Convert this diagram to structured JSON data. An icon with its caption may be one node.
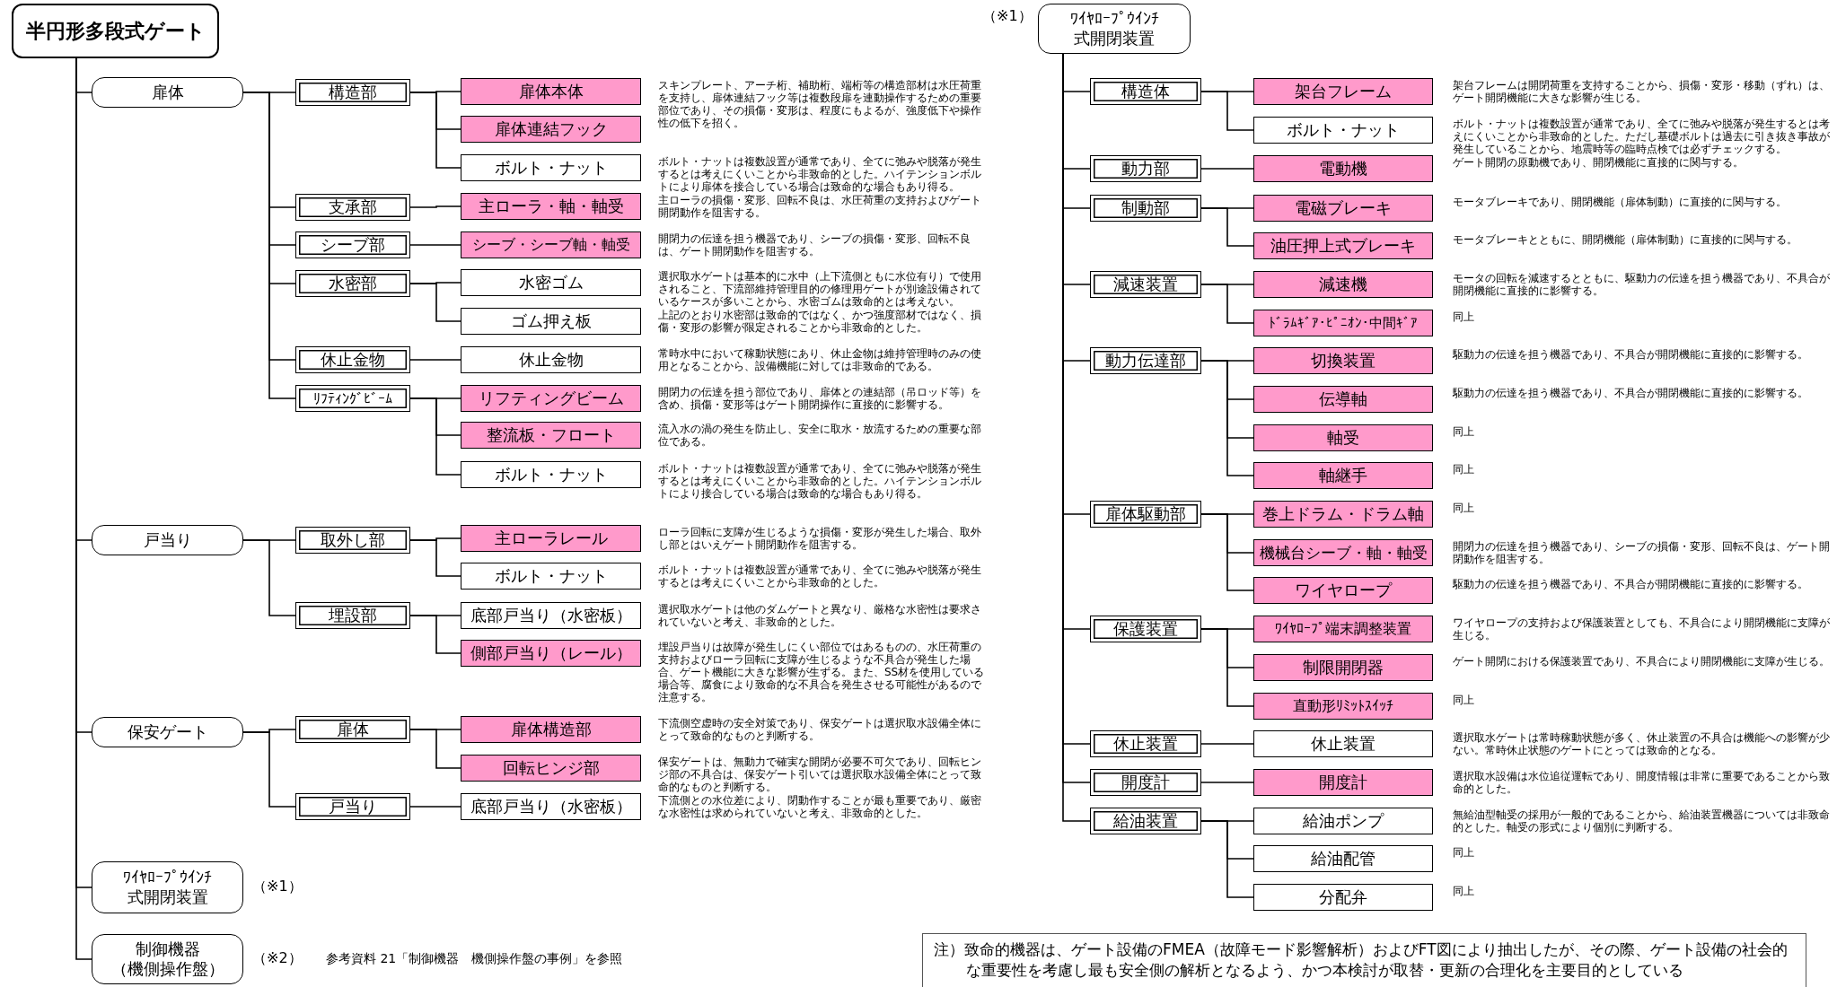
{
  "diagram": {
    "nodes": [
      {
        "text": [
          "半円形多段式ゲート"
        ]
      },
      {
        "text": [
          "扉体"
        ]
      },
      {
        "text": [
          "構造部"
        ]
      },
      {
        "text": [
          "扉体本体"
        ],
        "beside": [
          "スキンプレート、アーチ桁、補助桁、端桁等の構造部材は水圧荷重を支持し、扉体連結フック等は複数段扉を連動操作するための重要部位であり、その損傷・変形は、程度にもよるが、強度低下や操作性の低下を招く。"
        ]
      },
      {
        "text": [
          "扉体連結フック"
        ]
      },
      {
        "text": [
          "ボルト・ナット"
        ],
        "beside": [
          "ボルト・ナットは複数設置が通常であり、全てに弛みや脱落が発生するとは考えにくいことから非致命的とした。ハイテンションボルトにより扉体を接合している場合は致命的な場合もあり得る。"
        ]
      },
      {
        "text": [
          "支承部"
        ]
      },
      {
        "text": [
          "主ローラ・軸・軸受"
        ],
        "beside": [
          "主ローラの損傷・変形、回転不良は、水圧荷重の支持およびゲート開閉動作を阻害する。"
        ]
      },
      {
        "text": [
          "シーブ部"
        ]
      },
      {
        "text": [
          "シーブ・シーブ軸・軸受"
        ],
        "beside": [
          "開閉力の伝達を担う機器であり、シーブの損傷・変形、回転不良は、ゲート開閉動作を阻害する。"
        ]
      },
      {
        "text": [
          "水密部"
        ]
      },
      {
        "text": [
          "水密ゴム"
        ],
        "beside": [
          "選択取水ゲートは基本的に水中（上下流側ともに水位有り）で使用されること、下流部維持管理目的の修理用ゲートが別途設備されているケースが多いことから、水密ゴムは致命的とは考えない。"
        ]
      },
      {
        "text": [
          "ゴム押え板"
        ],
        "beside": [
          "上記のとおり水密部は致命的ではなく、かつ強度部材ではなく、損傷・変形の影響が限定されることから非致命的とした。"
        ]
      },
      {
        "text": [
          "休止金物"
        ]
      },
      {
        "text": [
          "休止金物"
        ],
        "beside": [
          "常時水中において稼動状態にあり、休止金物は維持管理時のみの使用となることから、設備機能に対しては非致命的である。"
        ]
      },
      {
        "text": [
          "ﾘﾌﾃｨﾝｸﾞﾋﾞｰﾑ"
        ]
      },
      {
        "text": [
          "リフティングビーム"
        ],
        "beside": [
          "開閉力の伝達を担う部位であり、扉体との連結部（吊ロッド等）を含め、損傷・変形等はゲート開閉操作に直接的に影響する。"
        ]
      },
      {
        "text": [
          "整流板・フロート"
        ],
        "beside": [
          "流入水の渦の発生を防止し、安全に取水・放流するための重要な部位である。"
        ]
      },
      {
        "text": [
          "ボルト・ナット"
        ],
        "beside": [
          "ボルト・ナットは複数設置が通常であり、全てに弛みや脱落が発生するとは考えにくいことから非致命的とした。ハイテンションボルトにより接合している場合は致命的な場合もあり得る。"
        ]
      },
      {
        "text": [
          "戸当り"
        ]
      },
      {
        "text": [
          "取外し部"
        ]
      },
      {
        "text": [
          "主ローラレール"
        ],
        "beside": [
          "ローラ回転に支障が生じるような損傷・変形が発生した場合、取外し部とはいえゲート開閉動作を阻害する。"
        ]
      },
      {
        "text": [
          "ボルト・ナット"
        ],
        "beside": [
          "ボルト・ナットは複数設置が通常であり、全てに弛みや脱落が発生するとは考えにくいことから非致命的とした。"
        ]
      },
      {
        "text": [
          "埋設部"
        ]
      },
      {
        "text": [
          "底部戸当り（水密板）"
        ],
        "beside": [
          "選択取水ゲートは他のダムゲートと異なり、厳格な水密性は要求されていないと考え、非致命的とした。"
        ]
      },
      {
        "text": [
          "側部戸当り（レール）"
        ],
        "beside": [
          "埋設戸当りは故障が発生しにくい部位ではあるものの、水圧荷重の支持およびローラ回転に支障が生じるような不具合が発生した場合、ゲート機能に大きな影響が生ずる。また、SS材を使用している場合等、腐食により致命的な不具合を発生させる可能性があるので注意する。"
        ]
      },
      {
        "text": [
          "保安ゲート"
        ]
      },
      {
        "text": [
          "扉体"
        ]
      },
      {
        "text": [
          "扉体構造部"
        ],
        "beside": [
          "下流側空虚時の安全対策であり、保安ゲートは選択取水設備全体にとって致命的なものと判断する。"
        ]
      },
      {
        "text": [
          "回転ヒンジ部"
        ],
        "beside": [
          "保安ゲートは、無動力で確実な開閉が必要不可欠であり、回転ヒンジ部の不具合は、保安ゲート引いては選択取水設備全体にとって致命的なものと判断する。"
        ]
      },
      {
        "text": [
          "戸当り"
        ]
      },
      {
        "text": [
          "底部戸当り（水密板）"
        ],
        "beside": [
          "下流側との水位差により、閉動作することが最も重要であり、厳密な水密性は求められていないと考え、非致命的とした。"
        ]
      },
      {
        "text": [
          "ﾜｲﾔﾛｰﾌﾟｳｲﾝﾁ式開閉装置"
        ],
        "beside": [
          "（※1）"
        ]
      },
      {
        "text": [
          "制御機器（機側操作盤）"
        ],
        "beside": [
          "（※2）",
          "参考資料 21「制御機器　機側操作盤の事例」を参照"
        ]
      },
      {
        "text": [
          "ﾜｲﾔﾛｰﾌﾟｳｲﾝﾁ式開閉装置"
        ],
        "beside": [
          "（※1）"
        ]
      },
      {
        "text": [
          "構造体"
        ]
      },
      {
        "text": [
          "架台フレーム"
        ],
        "beside": [
          "架台フレームは開閉荷重を支持することから、損傷・変形・移動（ずれ）は、ゲート開閉機能に大きな影響が生じる。"
        ]
      },
      {
        "text": [
          "ボルト・ナット"
        ],
        "beside": [
          "ボルト・ナットは複数設置が通常であり、全てに弛みや脱落が発生するとは考えにくいことから非致命的とした。ただし基礎ボルトは過去に引き抜き事故が発生していることから、地震時等の臨時点検では必ずチェックする。"
        ]
      },
      {
        "text": [
          "動力部"
        ]
      },
      {
        "text": [
          "電動機"
        ],
        "beside": [
          "ゲート開閉の原動機であり、開閉機能に直接的に関与する。"
        ]
      },
      {
        "text": [
          "制動部"
        ]
      },
      {
        "text": [
          "電磁ブレーキ"
        ],
        "beside": [
          "モータブレーキであり、開閉機能（扉体制動）に直接的に関与する。"
        ]
      },
      {
        "text": [
          "油圧押上式ブレーキ"
        ],
        "beside": [
          "モータブレーキとともに、開閉機能（扉体制動）に直接的に関与する。"
        ]
      },
      {
        "text": [
          "減速装置"
        ]
      },
      {
        "text": [
          "減速機"
        ],
        "beside": [
          "モータの回転を減速するとともに、駆動力の伝達を担う機器であり、不具合が開閉機能に直接的に影響する。"
        ]
      },
      {
        "text": [
          "ﾄﾞﾗﾑｷﾞｱ･ﾋﾟﾆｵﾝ･中間ｷﾞｱ"
        ],
        "beside": [
          "同上"
        ]
      },
      {
        "text": [
          "動力伝達部"
        ]
      },
      {
        "text": [
          "切換装置"
        ],
        "beside": [
          "駆動力の伝達を担う機器であり、不具合が開閉機能に直接的に影響する。"
        ]
      },
      {
        "text": [
          "伝導軸"
        ],
        "beside": [
          "駆動力の伝達を担う機器であり、不具合が開閉機能に直接的に影響する。"
        ]
      },
      {
        "text": [
          "軸受"
        ],
        "beside": [
          "同上"
        ]
      },
      {
        "text": [
          "軸継手"
        ],
        "beside": [
          "同上"
        ]
      },
      {
        "text": [
          "扉体駆動部"
        ]
      },
      {
        "text": [
          "巻上ドラム・ドラム軸"
        ],
        "beside": [
          "同上"
        ]
      },
      {
        "text": [
          "機械台シーブ・軸・軸受"
        ],
        "beside": [
          "開閉力の伝達を担う機器であり、シーブの損傷・変形、回転不良は、ゲート開閉動作を阻害する。"
        ]
      },
      {
        "text": [
          "ワイヤロープ"
        ],
        "beside": [
          "駆動力の伝達を担う機器であり、不具合が開閉機能に直接的に影響する。"
        ]
      },
      {
        "text": [
          "保護装置"
        ]
      },
      {
        "text": [
          "ﾜｲﾔﾛｰﾌﾟ端末調整装置"
        ],
        "beside": [
          "ワイヤロープの支持および保護装置としても、不具合により開閉機能に支障が生じる。"
        ]
      },
      {
        "text": [
          "制限開閉器"
        ],
        "beside": [
          "ゲート開閉における保護装置であり、不具合により開閉機能に支障が生じる。"
        ]
      },
      {
        "text": [
          "直動形ﾘﾐｯﾄｽｲｯﾁ"
        ],
        "beside": [
          "同上"
        ]
      },
      {
        "text": [
          "休止装置"
        ]
      },
      {
        "text": [
          "休止装置"
        ],
        "beside": [
          "選択取水ゲートは常時稼動状態が多く、休止装置の不具合は機能への影響が少ない。常時休止状態のゲートにとっては致命的となる。"
        ]
      },
      {
        "text": [
          "開度計"
        ]
      },
      {
        "text": [
          "開度計"
        ],
        "beside": [
          "選択取水設備は水位追従運転であり、開度情報は非常に重要であることから致命的とした。"
        ]
      },
      {
        "text": [
          "給油装置"
        ]
      },
      {
        "text": [
          "給油ポンプ"
        ],
        "beside": [
          "無給油型軸受の採用が一般的であることから、給油装置機器については非致命的とした。軸受の形式により個別に判断する。"
        ]
      },
      {
        "text": [
          "給油配管"
        ],
        "beside": [
          "同上"
        ]
      },
      {
        "text": [
          "分配弁"
        ],
        "beside": [
          "同上"
        ]
      }
    ],
    "edges": [
      {
        "from": 0,
        "to": 1,
        "arrow": "none"
      },
      {
        "from": 1,
        "to": 2,
        "arrow": "none"
      },
      {
        "from": 2,
        "to": 3,
        "arrow": "none"
      },
      {
        "from": 2,
        "to": 4,
        "arrow": "none"
      },
      {
        "from": 2,
        "to": 5,
        "arrow": "none"
      },
      {
        "from": 1,
        "to": 6,
        "arrow": "none"
      },
      {
        "from": 6,
        "to": 7,
        "arrow": "none"
      },
      {
        "from": 1,
        "to": 8,
        "arrow": "none"
      },
      {
        "from": 8,
        "to": 9,
        "arrow": "none"
      },
      {
        "from": 1,
        "to": 10,
        "arrow": "none"
      },
      {
        "from": 10,
        "to": 11,
        "arrow": "none"
      },
      {
        "from": 10,
        "to": 12,
        "arrow": "none"
      },
      {
        "from": 1,
        "to": 13,
        "arrow": "none"
      },
      {
        "from": 13,
        "to": 14,
        "arrow": "none"
      },
      {
        "from": 1,
        "to": 15,
        "arrow": "none"
      },
      {
        "from": 15,
        "to": 16,
        "arrow": "none"
      },
      {
        "from": 15,
        "to": 17,
        "arrow": "none"
      },
      {
        "from": 15,
        "to": 18,
        "arrow": "none"
      },
      {
        "from": 0,
        "to": 19,
        "arrow": "none"
      },
      {
        "from": 19,
        "to": 20,
        "arrow": "none"
      },
      {
        "from": 20,
        "to": 21,
        "arrow": "none"
      },
      {
        "from": 20,
        "to": 22,
        "arrow": "none"
      },
      {
        "from": 19,
        "to": 23,
        "arrow": "none"
      },
      {
        "from": 23,
        "to": 24,
        "arrow": "none"
      },
      {
        "from": 23,
        "to": 25,
        "arrow": "none"
      },
      {
        "from": 0,
        "to": 26,
        "arrow": "none"
      },
      {
        "from": 26,
        "to": 27,
        "arrow": "none"
      },
      {
        "from": 27,
        "to": 28,
        "arrow": "none"
      },
      {
        "from": 27,
        "to": 29,
        "arrow": "none"
      },
      {
        "from": 26,
        "to": 30,
        "arrow": "none"
      },
      {
        "from": 30,
        "to": 31,
        "arrow": "none"
      },
      {
        "from": 0,
        "to": 32,
        "arrow": "none"
      },
      {
        "from": 0,
        "to": 33,
        "arrow": "none"
      },
      {
        "from": 34,
        "to": 35,
        "arrow": "none"
      },
      {
        "from": 35,
        "to": 36,
        "arrow": "none"
      },
      {
        "from": 35,
        "to": 37,
        "arrow": "none"
      },
      {
        "from": 34,
        "to": 38,
        "arrow": "none"
      },
      {
        "from": 38,
        "to": 39,
        "arrow": "none"
      },
      {
        "from": 34,
        "to": 40,
        "arrow": "none"
      },
      {
        "from": 40,
        "to": 41,
        "arrow": "none"
      },
      {
        "from": 40,
        "to": 42,
        "arrow": "none"
      },
      {
        "from": 34,
        "to": 43,
        "arrow": "none"
      },
      {
        "from": 43,
        "to": 44,
        "arrow": "none"
      },
      {
        "from": 43,
        "to": 45,
        "arrow": "none"
      },
      {
        "from": 34,
        "to": 46,
        "arrow": "none"
      },
      {
        "from": 46,
        "to": 47,
        "arrow": "none"
      },
      {
        "from": 46,
        "to": 48,
        "arrow": "none"
      },
      {
        "from": 46,
        "to": 49,
        "arrow": "none"
      },
      {
        "from": 46,
        "to": 50,
        "arrow": "none"
      },
      {
        "from": 34,
        "to": 51,
        "arrow": "none"
      },
      {
        "from": 51,
        "to": 52,
        "arrow": "none"
      },
      {
        "from": 51,
        "to": 53,
        "arrow": "none"
      },
      {
        "from": 51,
        "to": 54,
        "arrow": "none"
      },
      {
        "from": 34,
        "to": 55,
        "arrow": "none"
      },
      {
        "from": 55,
        "to": 56,
        "arrow": "none"
      },
      {
        "from": 55,
        "to": 57,
        "arrow": "none"
      },
      {
        "from": 55,
        "to": 58,
        "arrow": "none"
      },
      {
        "from": 34,
        "to": 59,
        "arrow": "none"
      },
      {
        "from": 59,
        "to": 60,
        "arrow": "none"
      },
      {
        "from": 34,
        "to": 61,
        "arrow": "none"
      },
      {
        "from": 61,
        "to": 62,
        "arrow": "none"
      },
      {
        "from": 34,
        "to": 63,
        "arrow": "none"
      },
      {
        "from": 63,
        "to": 64,
        "arrow": "none"
      },
      {
        "from": 63,
        "to": 65,
        "arrow": "none"
      },
      {
        "from": 63,
        "to": 66,
        "arrow": "none"
      }
    ],
    "labels": [
      "注）致命的機器は、ゲート設備のFMEA（故障モード影響解析）およびFT図により抽出したが、その際、ゲート設備の社会的な重要性を考慮し最も安全側の解析となるよう、かつ本検討が取替・更新の合理化を主要目的としている"
    ]
  }
}
